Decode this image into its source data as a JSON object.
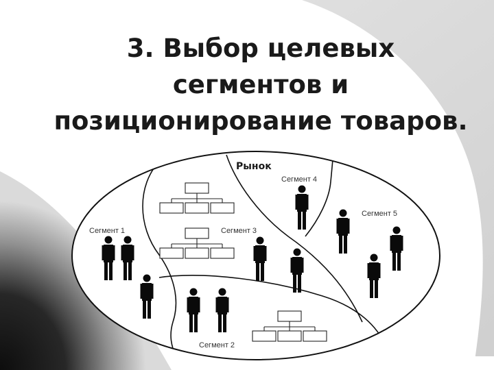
{
  "title": {
    "line1": "3. Выбор целевых",
    "line2": "сегментов и",
    "line3": "позиционирование товаров."
  },
  "diagram": {
    "market_label": "Рынок",
    "segment_labels": [
      "Сегмент 1",
      "Сегмент 2",
      "Сегмент 3",
      "Сегмент 4",
      "Сегмент 5"
    ],
    "segment_people_counts": [
      3,
      2,
      2,
      1,
      3
    ],
    "org_chart_count": 3
  },
  "colors": {
    "background_gray": "#d9d9d9",
    "background_dark": "#000000",
    "ellipse_fill": "#ffffff",
    "lines": "#111111",
    "figures": "#0a0a0a"
  }
}
